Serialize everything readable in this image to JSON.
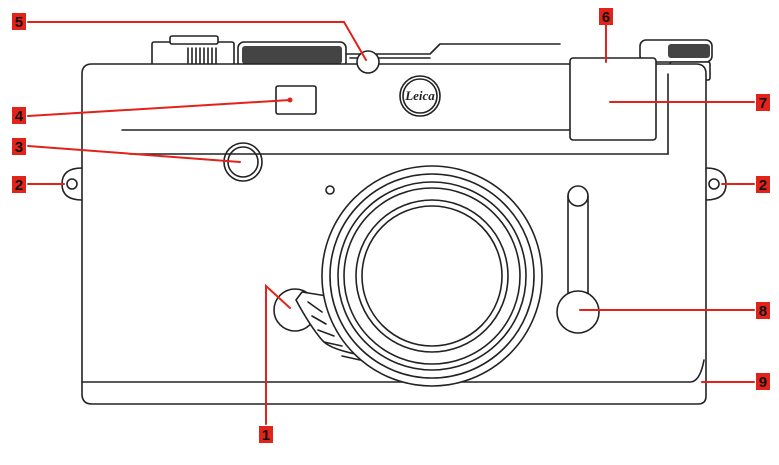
{
  "brand_logo": "Leica",
  "colors": {
    "badge": "#e2231a",
    "leader": "#e2231a",
    "outline": "#222222",
    "label_text": "#111111"
  },
  "callouts": [
    {
      "id": "1",
      "label": "1"
    },
    {
      "id": "2L",
      "label": "2"
    },
    {
      "id": "2R",
      "label": "2"
    },
    {
      "id": "3",
      "label": "3"
    },
    {
      "id": "4",
      "label": "4"
    },
    {
      "id": "5",
      "label": "5"
    },
    {
      "id": "6",
      "label": "6"
    },
    {
      "id": "7",
      "label": "7"
    },
    {
      "id": "8",
      "label": "8"
    },
    {
      "id": "9",
      "label": "9"
    }
  ]
}
